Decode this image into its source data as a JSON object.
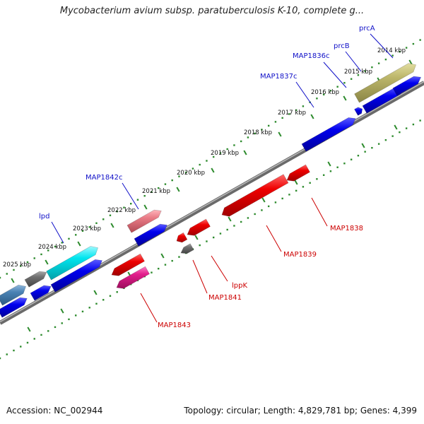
{
  "title": "Mycobacterium avium subsp. paratuberculosis K-10, complete g...",
  "footer": {
    "accession": "Accession: NC_002944",
    "topology": "Topology: circular; Length: 4,829,781 bp; Genes: 4,399"
  },
  "colors": {
    "backbone": "#8a8a8a",
    "tick": "#2e8b2e",
    "forward_gene": "#0000e0",
    "reverse_gene": "#ee0000",
    "gene_label_forward": "#1010c8",
    "gene_label_reverse": "#cc0000",
    "cyan_gene": "#00e5ee",
    "olive_gene": "#bdb76b",
    "steel_gene": "#4a82b4",
    "gray_gene": "#707070",
    "pink_gene": "#e97b86",
    "magenta_gene": "#e21d8c"
  },
  "scale_labels": [
    "2014 kbp",
    "2015 kbp",
    "2016 kbp",
    "2017 kbp",
    "2018 kbp",
    "2019 kbp",
    "2020 kbp",
    "2021 kbp",
    "2022 kbp",
    "2023 kbp",
    "2024 kbp",
    "2025 kbp"
  ],
  "gene_labels_forward": [
    "prcA",
    "prcB",
    "MAP1836c",
    "MAP1837c",
    "MAP1842c",
    "lpd"
  ],
  "gene_labels_reverse": [
    "MAP1838",
    "MAP1839",
    "lppK",
    "MAP1841",
    "MAP1843"
  ]
}
